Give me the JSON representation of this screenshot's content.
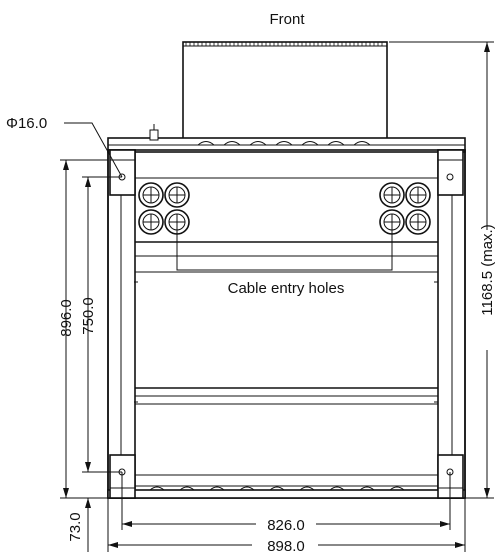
{
  "labels": {
    "front": "Front",
    "hole_diameter": "Φ16.0",
    "cable_entry": "Cable entry holes"
  },
  "dimensions": {
    "total_height": "1168.5 (max.)",
    "height_outer": "896.0",
    "height_inner": "750.0",
    "bottom_offset": "73.0",
    "width_inner": "826.0",
    "width_outer": "898.0"
  }
}
